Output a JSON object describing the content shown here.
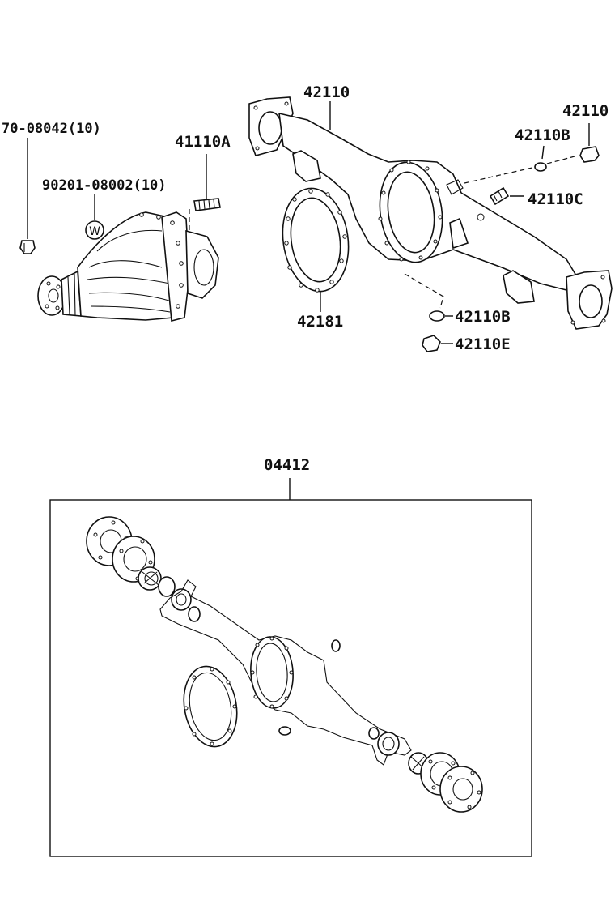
{
  "labels": {
    "housing": "42110",
    "housing_right": "42110",
    "bolt_left": "70-08042(10)",
    "stud": "41110A",
    "washer": "90201-08002(10)",
    "washer_mark": "W",
    "plug_upper": "42110B",
    "breather": "42110C",
    "gasket": "42181",
    "plug_lower": "42110B",
    "plug_drain": "42110E",
    "kit": "04412"
  }
}
